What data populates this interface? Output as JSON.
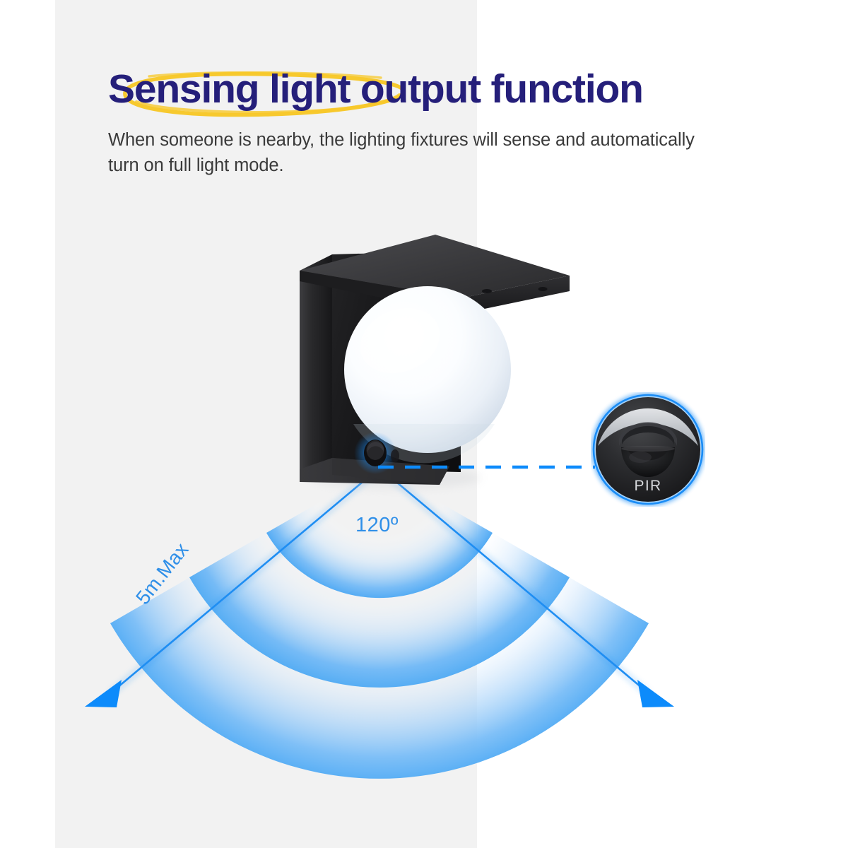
{
  "header": {
    "title": "Sensing light output function",
    "subtitle": "When someone is nearby, the lighting fixtures will sense and automatically turn on full light mode."
  },
  "diagram": {
    "angle_label": "120º",
    "range_label": "5m.Max",
    "pir_label": "PIR",
    "sensor_name": "pir-sensor",
    "fixture_name": "wall-mounted-globe-light"
  },
  "colors": {
    "title": "#251f7a",
    "highlight": "#f7c82a",
    "accent_blue": "#1a8cf5",
    "label_blue": "#2f8fe8",
    "subtitle": "#3a3a3a",
    "panel_bg": "#f2f2f2",
    "page_bg": "#ffffff",
    "fixture_dark": "#2b2b2d",
    "globe_light": "#f4f7fb",
    "pir_label": "#d8dade"
  }
}
